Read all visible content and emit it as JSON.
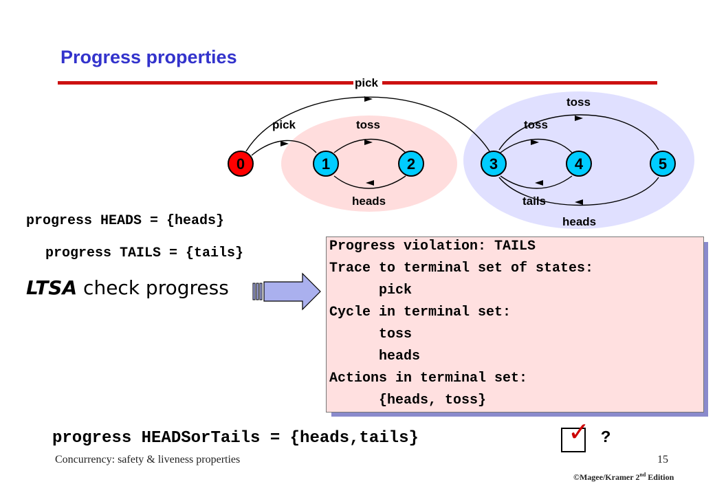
{
  "slide": {
    "title": "Progress properties",
    "accent_color": "#cc1111",
    "title_color": "#3333cc"
  },
  "lts": {
    "states": [
      "0",
      "1",
      "2",
      "3",
      "4",
      "5"
    ],
    "initial_state_color": "#ff0000",
    "state_color": "#00ccff",
    "heads_region_color": "#ffdddd",
    "tails_region_color": "#e0e0ff",
    "labels": {
      "pick_top": "pick",
      "pick_left": "pick",
      "toss_12": "toss",
      "heads_21": "heads",
      "toss_34": "toss",
      "tails_43": "tails",
      "toss_35": "toss",
      "heads_53": "heads"
    }
  },
  "code": {
    "progress_heads": "progress HEADS = {heads}",
    "progress_tails": "progress TAILS = {tails}",
    "ltsa_prefix": "LTSA",
    "ltsa_suffix": " check progress"
  },
  "output": {
    "lines": [
      "Progress violation: TAILS",
      "Trace to terminal set of states:",
      "      pick",
      "Cycle in terminal set:",
      "      toss",
      "      heads",
      "Actions in terminal set:",
      "      {heads, toss}"
    ]
  },
  "question": {
    "text": "progress HEADSorTails = {heads,tails}",
    "check_icon": "checkmark-icon",
    "mark": "?"
  },
  "footer": {
    "left": "Concurrency: safety & liveness properties",
    "page": "15",
    "copyright_prefix": "©Magee/Kramer 2",
    "copyright_sup": "nd",
    "copyright_suffix": " Edition"
  }
}
